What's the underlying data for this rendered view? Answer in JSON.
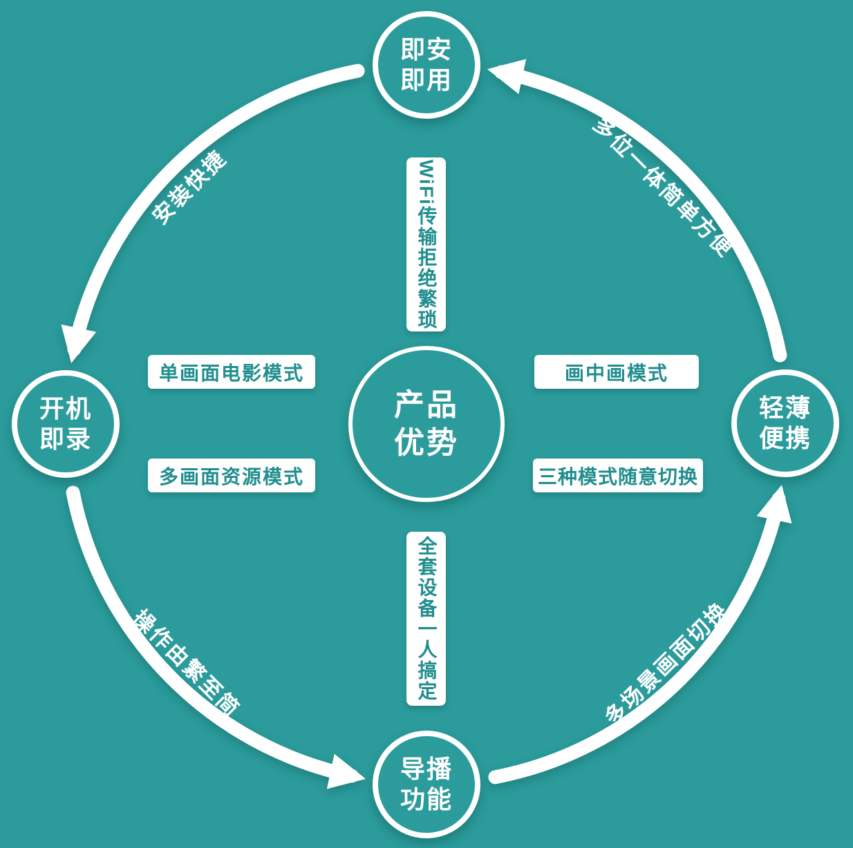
{
  "colors": {
    "background": "#2B9B9B",
    "band": "#FFFFFF",
    "pill_text": "#218E8E",
    "node_text": "#FFFFFF"
  },
  "center_circle": {
    "label": "产品\n优势"
  },
  "nodes": {
    "top": {
      "label": "即安\n即用"
    },
    "left": {
      "label": "开机\n即录"
    },
    "right": {
      "label": "轻薄\n便携"
    },
    "bottom": {
      "label": "导播\n功能"
    }
  },
  "arc_labels": {
    "top_left": "安装快捷",
    "top_right": "多位一体简单方便",
    "bottom_left": "操作由繁至简",
    "bottom_right": "多场景画面切换"
  },
  "pills": {
    "top_vertical": "WiFi传输拒绝繁琐",
    "bottom_vertical": "全套设备一人搞定",
    "left_top": "单画面电影模式",
    "left_bottom": "多画面资源模式",
    "right_top": "画中画模式",
    "right_bottom": "三种模式随意切换"
  }
}
